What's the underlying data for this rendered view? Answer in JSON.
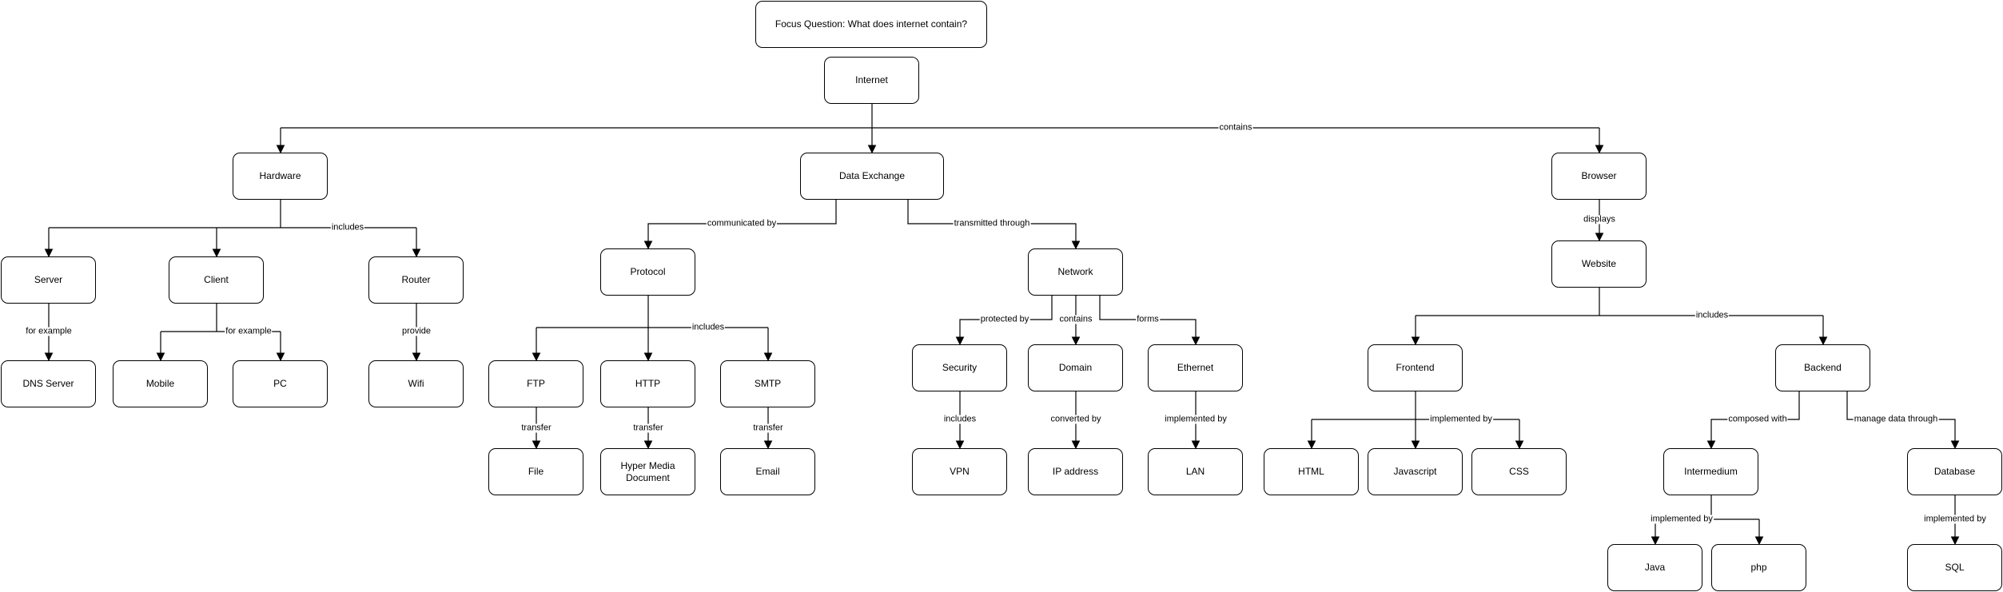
{
  "nodes": {
    "focus": "Focus Question: What does internet contain?",
    "internet": "Internet",
    "hardware": "Hardware",
    "data_exchange": "Data Exchange",
    "browser": "Browser",
    "server": "Server",
    "client": "Client",
    "router": "Router",
    "dns_server": "DNS Server",
    "mobile": "Mobile",
    "pc": "PC",
    "wifi": "Wifi",
    "protocol": "Protocol",
    "network": "Network",
    "ftp": "FTP",
    "http": "HTTP",
    "smtp": "SMTP",
    "file": "File",
    "hypermedia": "Hyper Media\nDocument",
    "email": "Email",
    "security": "Security",
    "domain": "Domain",
    "ethernet": "Ethernet",
    "vpn": "VPN",
    "ip_address": "IP address",
    "lan": "LAN",
    "website": "Website",
    "frontend": "Frontend",
    "backend": "Backend",
    "html": "HTML",
    "javascript": "Javascript",
    "css": "CSS",
    "intermedium": "Intermedium",
    "database": "Database",
    "java": "Java",
    "php": "php",
    "sql": "SQL"
  },
  "edge_labels": {
    "contains": "contains",
    "hardware_includes": "includes",
    "communicated_by": "communicated by",
    "transmitted_through": "transmitted through",
    "displays": "displays",
    "server_for_example": "for example",
    "client_for_example": "for example",
    "provide": "provide",
    "protocol_includes": "includes",
    "protected_by": "protected by",
    "network_contains": "contains",
    "forms": "forms",
    "website_includes": "includes",
    "ftp_transfer": "transfer",
    "http_transfer": "transfer",
    "smtp_transfer": "transfer",
    "security_includes": "includes",
    "converted_by": "converted by",
    "ethernet_implemented_by": "implemented by",
    "frontend_implemented_by": "implemented by",
    "composed_with": "composed with",
    "manage_data_through": "manage data through",
    "intermedium_implemented_by": "implemented by",
    "database_implemented_by": "implemented by"
  }
}
